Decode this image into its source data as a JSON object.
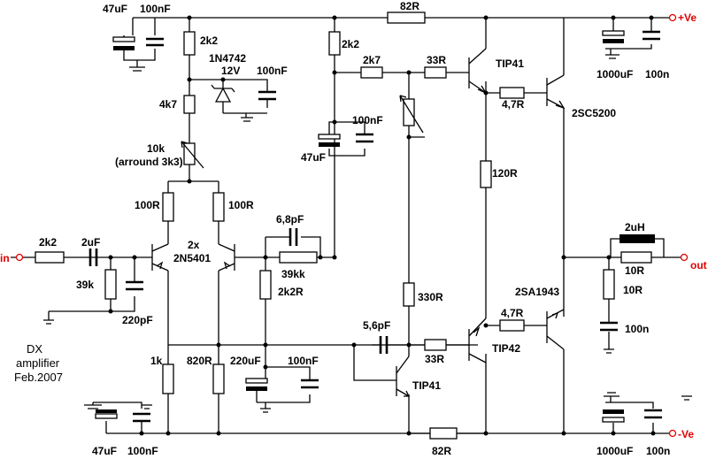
{
  "schematic": {
    "rails": {
      "positive": "+Ve",
      "negative": "-Ve",
      "input": "in",
      "output": "out"
    },
    "notes": [
      "DX",
      "amplifier",
      "Feb.2007"
    ],
    "labels": {
      "c_top_left_47u": "47uF",
      "c_top_left_100n": "100nF",
      "r_top_2k2": "2k2",
      "zener_part": "1N4742",
      "zener_v": "12V",
      "c_zener_100n": "100nF",
      "r_4k7": "4k7",
      "pot_10k": "10k",
      "pot_note": "(arround 3k3)",
      "r_100r_left": "100R",
      "r_100r_right": "100R",
      "q_diff_count": "2x",
      "q_diff_part": "2N5401",
      "r_in_2k2": "2k2",
      "c_in_2u": "2uF",
      "r_39k": "39k",
      "c_220p": "220pF",
      "c_6p8": "6,8pF",
      "r_39kk": "39kk",
      "r_2k2r": "2k2R",
      "r_1k": "1k",
      "r_820r": "820R",
      "c_220u": "220uF",
      "c_100n_mid": "100nF",
      "c_bot_left_47u": "47uF",
      "c_bot_left_100n": "100nF",
      "r_82r_top": "82R",
      "r_2k2_vas": "2k2",
      "r_2k7": "2k7",
      "r_33r_top": "33R",
      "q_tip41_top": "TIP41",
      "c_100nf_vas": "100nF",
      "c_47uf_vas": "47uF",
      "r_4r7_top": "4,7R",
      "q_2sc5200": "2SC5200",
      "r_120r": "120R",
      "c_5p6": "5,6pF",
      "r_330r": "330R",
      "r_33r_bot": "33R",
      "q_tip42": "TIP42",
      "q_tip41_bot": "TIP41",
      "r_4r7_bot": "4,7R",
      "q_2sa1943": "2SA1943",
      "r_82r_bot": "82R",
      "c_top_right_1000u": "1000uF",
      "c_top_right_100n": "100n",
      "l_2uh": "2uH",
      "r_10r_a": "10R",
      "r_10r_b": "10R",
      "c_100n_zobel": "100n",
      "c_bot_right_1000u": "1000uF",
      "c_bot_right_100n": "100n"
    }
  }
}
